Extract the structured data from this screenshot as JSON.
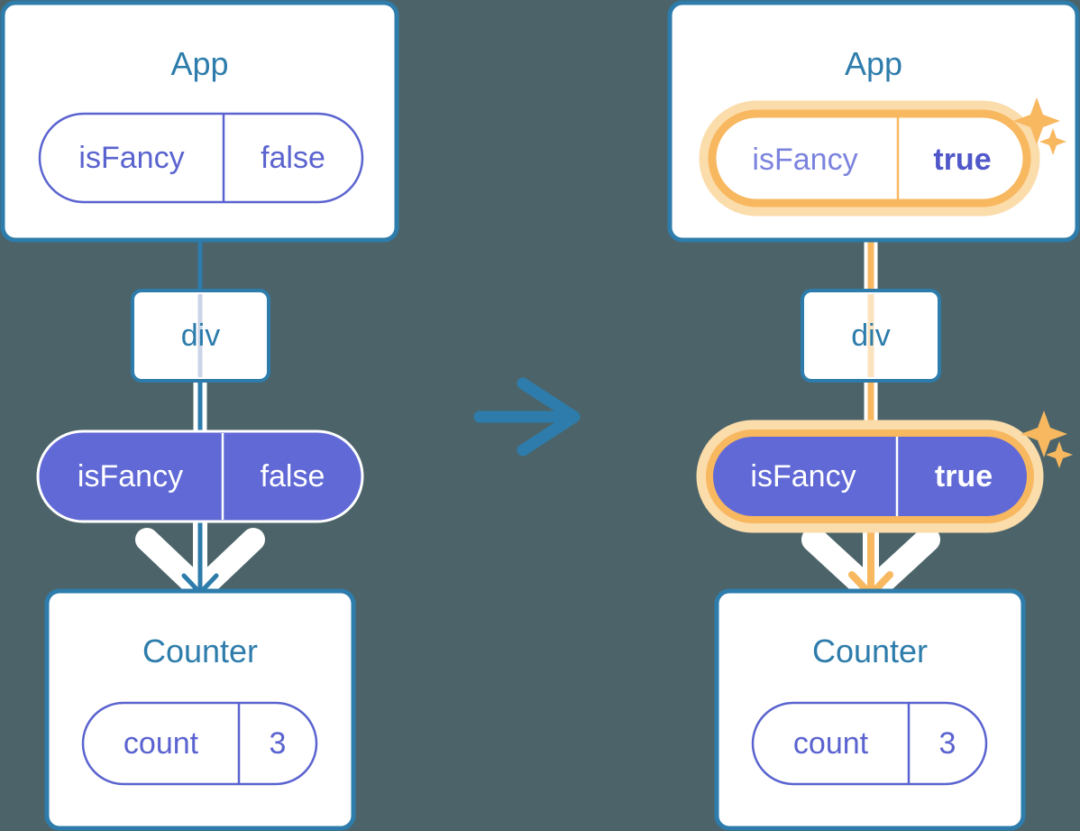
{
  "meta": {
    "title": "React state propagation diagram: isFancy false to true",
    "background_color": "#4c6469"
  },
  "colors": {
    "panel_border": "#2d7cab",
    "panel_fill": "#ffffff",
    "heading_text": "#2d7cab",
    "pill_border": "#5a63cf",
    "pill_text": "#5a63cf",
    "pill_active_fill": "#6069d6",
    "pill_active_text": "#ffffff",
    "highlight": "#f8b860",
    "highlight_soft": "#fbdcab",
    "line_blue": "#2d7cab",
    "line_muted": "#ccd4e8",
    "line_muted_orange": "#fbe3bf",
    "outline_white": "#ffffff",
    "arrow_blue": "#2d7cab"
  },
  "diagram": {
    "transition_arrow": {
      "icon": "arrow-right-icon",
      "color": "#2d7cab"
    },
    "panels": [
      {
        "id": "before",
        "state": "before",
        "highlighted": false,
        "app": {
          "title": "App",
          "pill": {
            "key": "isFancy",
            "value": "false",
            "variant": "outline",
            "highlighted": false
          }
        },
        "div": {
          "label": "div"
        },
        "prop": {
          "key": "isFancy",
          "value": "false",
          "variant": "filled",
          "highlighted": false
        },
        "counter": {
          "title": "Counter",
          "pill": {
            "key": "count",
            "value": "3",
            "variant": "outline",
            "highlighted": false
          }
        },
        "sparkles": []
      },
      {
        "id": "after",
        "state": "after",
        "highlighted": true,
        "app": {
          "title": "App",
          "pill": {
            "key": "isFancy",
            "value": "true",
            "variant": "outline",
            "highlighted": true
          }
        },
        "div": {
          "label": "div"
        },
        "prop": {
          "key": "isFancy",
          "value": "true",
          "variant": "filled",
          "highlighted": true
        },
        "counter": {
          "title": "Counter",
          "pill": {
            "key": "count",
            "value": "3",
            "variant": "outline",
            "highlighted": false
          }
        },
        "sparkles": [
          {
            "name": "sparkle-large-icon"
          },
          {
            "name": "sparkle-small-icon"
          }
        ]
      }
    ]
  }
}
